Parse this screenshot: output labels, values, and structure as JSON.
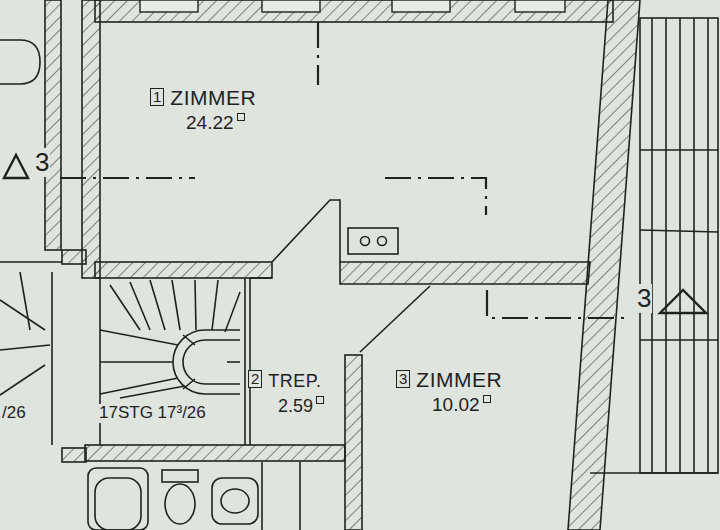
{
  "diagram": {
    "nodes": [
      {
        "text": [
          "1",
          "ZIMMER",
          "24.22"
        ]
      },
      {
        "text": [
          "2",
          "TREP.",
          "2.59"
        ]
      },
      {
        "text": [
          "3",
          "ZIMMER",
          "10.02"
        ]
      }
    ],
    "labels": [
      "3",
      "3",
      "17STG 17³/26",
      "/26"
    ]
  }
}
